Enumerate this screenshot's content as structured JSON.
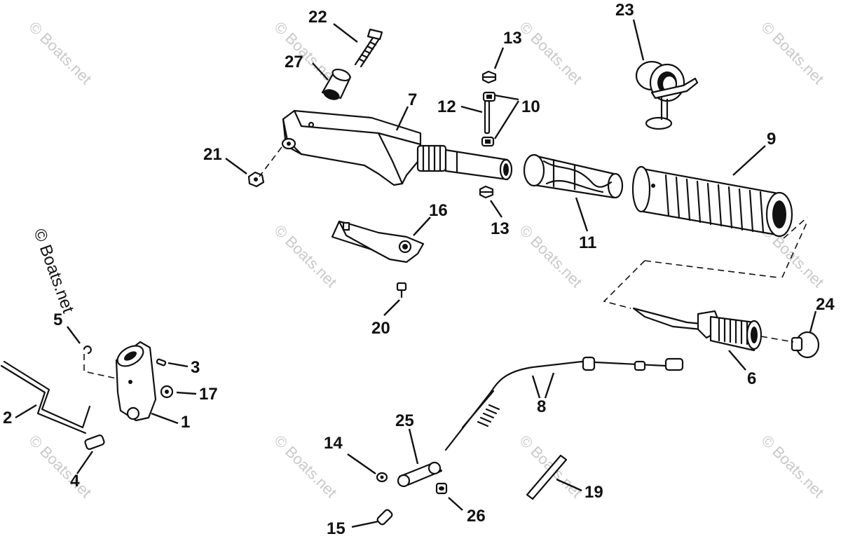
{
  "watermark": "© Boats.net",
  "side_watermark": "© Boats.net",
  "callouts": [
    "22",
    "27",
    "13",
    "23",
    "7",
    "12",
    "10",
    "21",
    "9",
    "16",
    "13",
    "11",
    "24",
    "5",
    "3",
    "17",
    "20",
    "2",
    "1",
    "6",
    "8",
    "4",
    "25",
    "14",
    "19",
    "26",
    "15"
  ]
}
